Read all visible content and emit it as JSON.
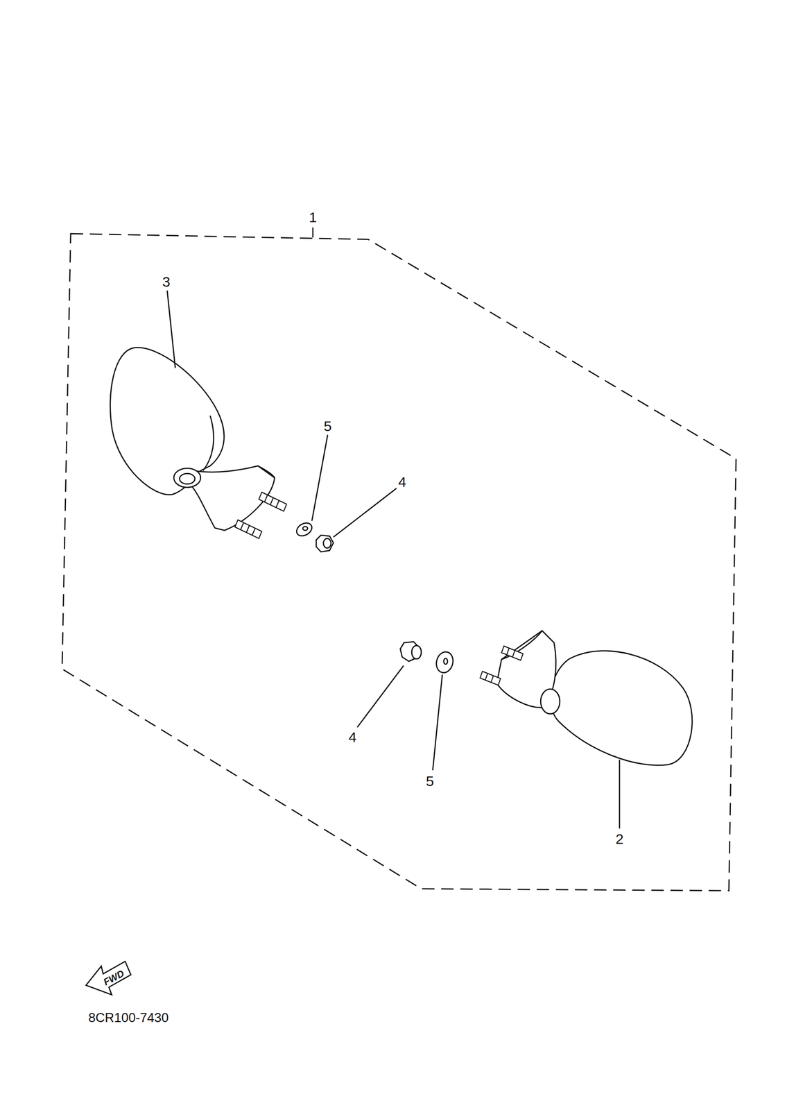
{
  "diagram": {
    "labels": [
      "1",
      "3",
      "5",
      "4",
      "4",
      "5",
      "2",
      "FWD",
      "8CR100-7430"
    ]
  }
}
